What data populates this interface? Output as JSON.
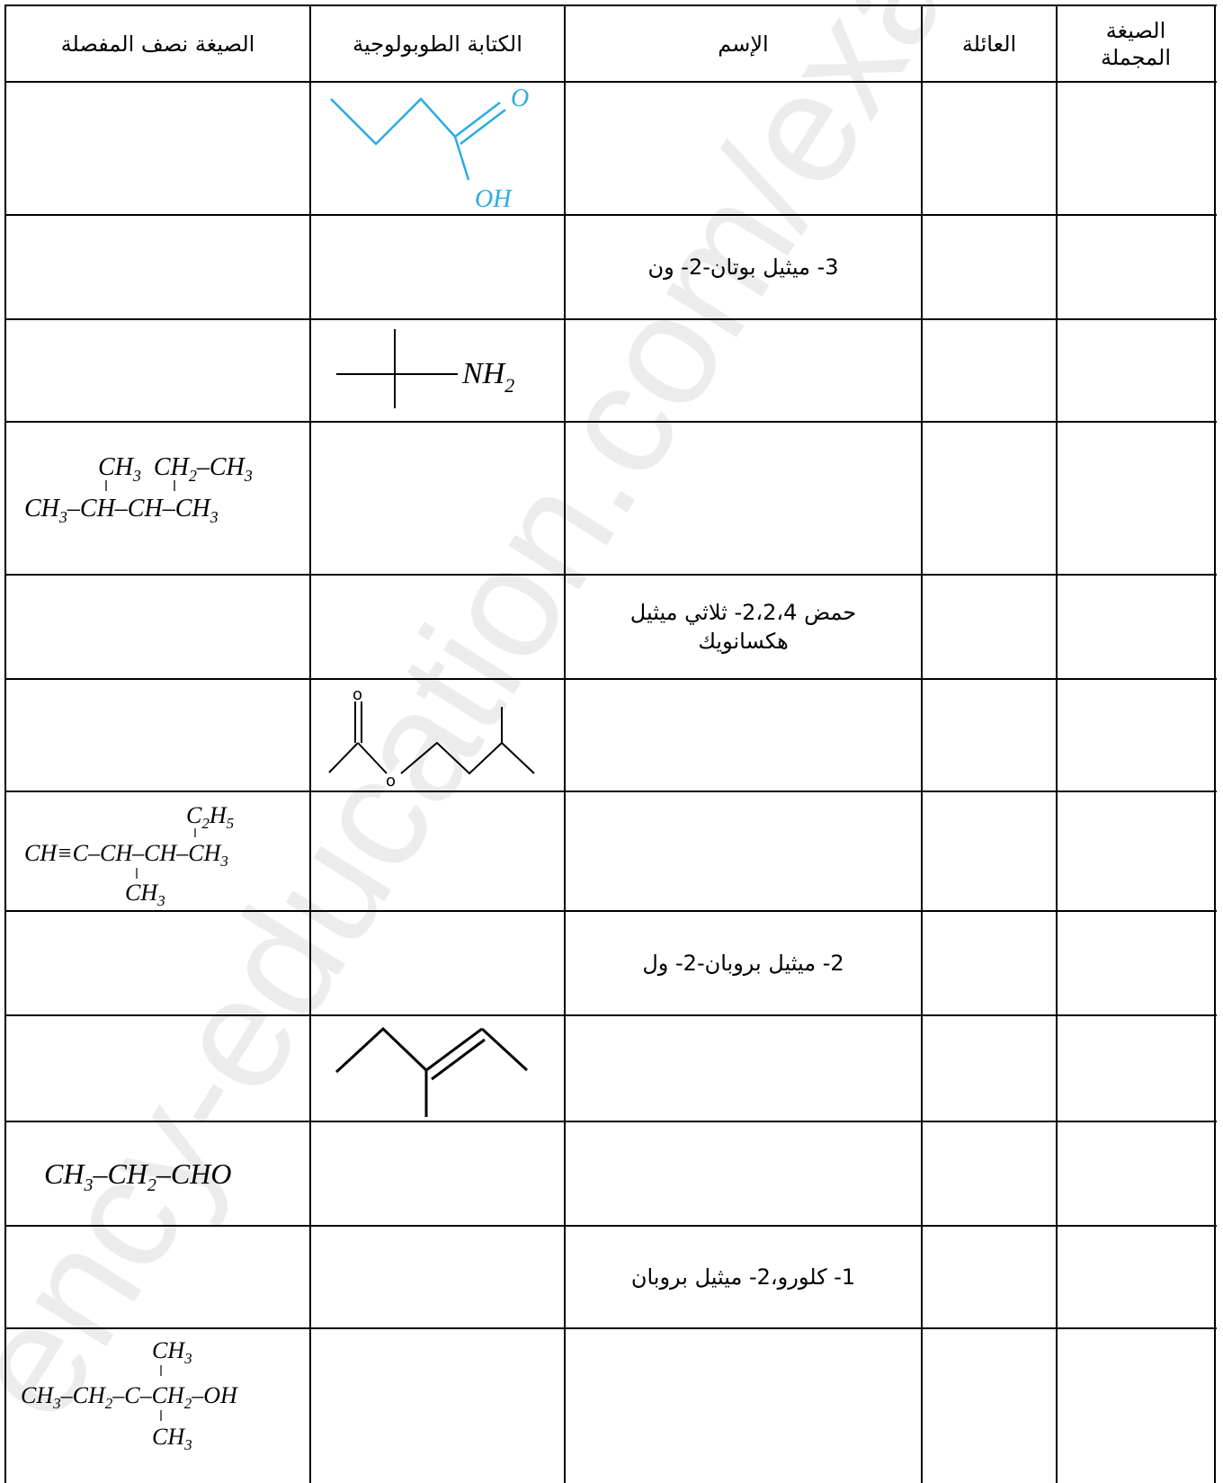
{
  "headers": {
    "condensed": "الصيغة نصف المفصلة",
    "topological": "الكتابة الطوبولوجية",
    "name": "الإسم",
    "family": "العائلة",
    "molecular": "الصيغة المجملة"
  },
  "rows": {
    "r1": {
      "struct_o": "O",
      "struct_oh": "OH"
    },
    "r2": {
      "name": "3- ميثيل بوتان-2- ون"
    },
    "r3": {
      "struct_nh": "NH",
      "struct_sub": "2"
    },
    "r4": {
      "l1": "CH3  CH2–CH3",
      "l2": "CH3–CH–CH–CH3"
    },
    "r5": {
      "name": "حمض 2،2،4- ثلاثي ميثيل هكسانويك"
    },
    "r6": {
      "struct_o1": "o",
      "struct_o2": "o"
    },
    "r7": {
      "l1": "C2H5",
      "l2": "CH≡C–CH–CH–CH3",
      "l3": "CH3"
    },
    "r8": {
      "name": "2- ميثيل بروبان-2- ول"
    },
    "r10": {
      "l1": "CH3–CH2–CHO"
    },
    "r11": {
      "name": "1- كلورو،2- ميثيل بروبان"
    },
    "r12": {
      "l1": "CH3",
      "l2": "CH3–CH2–C–CH2–OH",
      "l3": "CH3"
    }
  },
  "watermark": "ency-education.com/exam",
  "colors": {
    "struct_blue": "#29abe2",
    "line": "#000000",
    "watermark": "#e8e8e8"
  }
}
